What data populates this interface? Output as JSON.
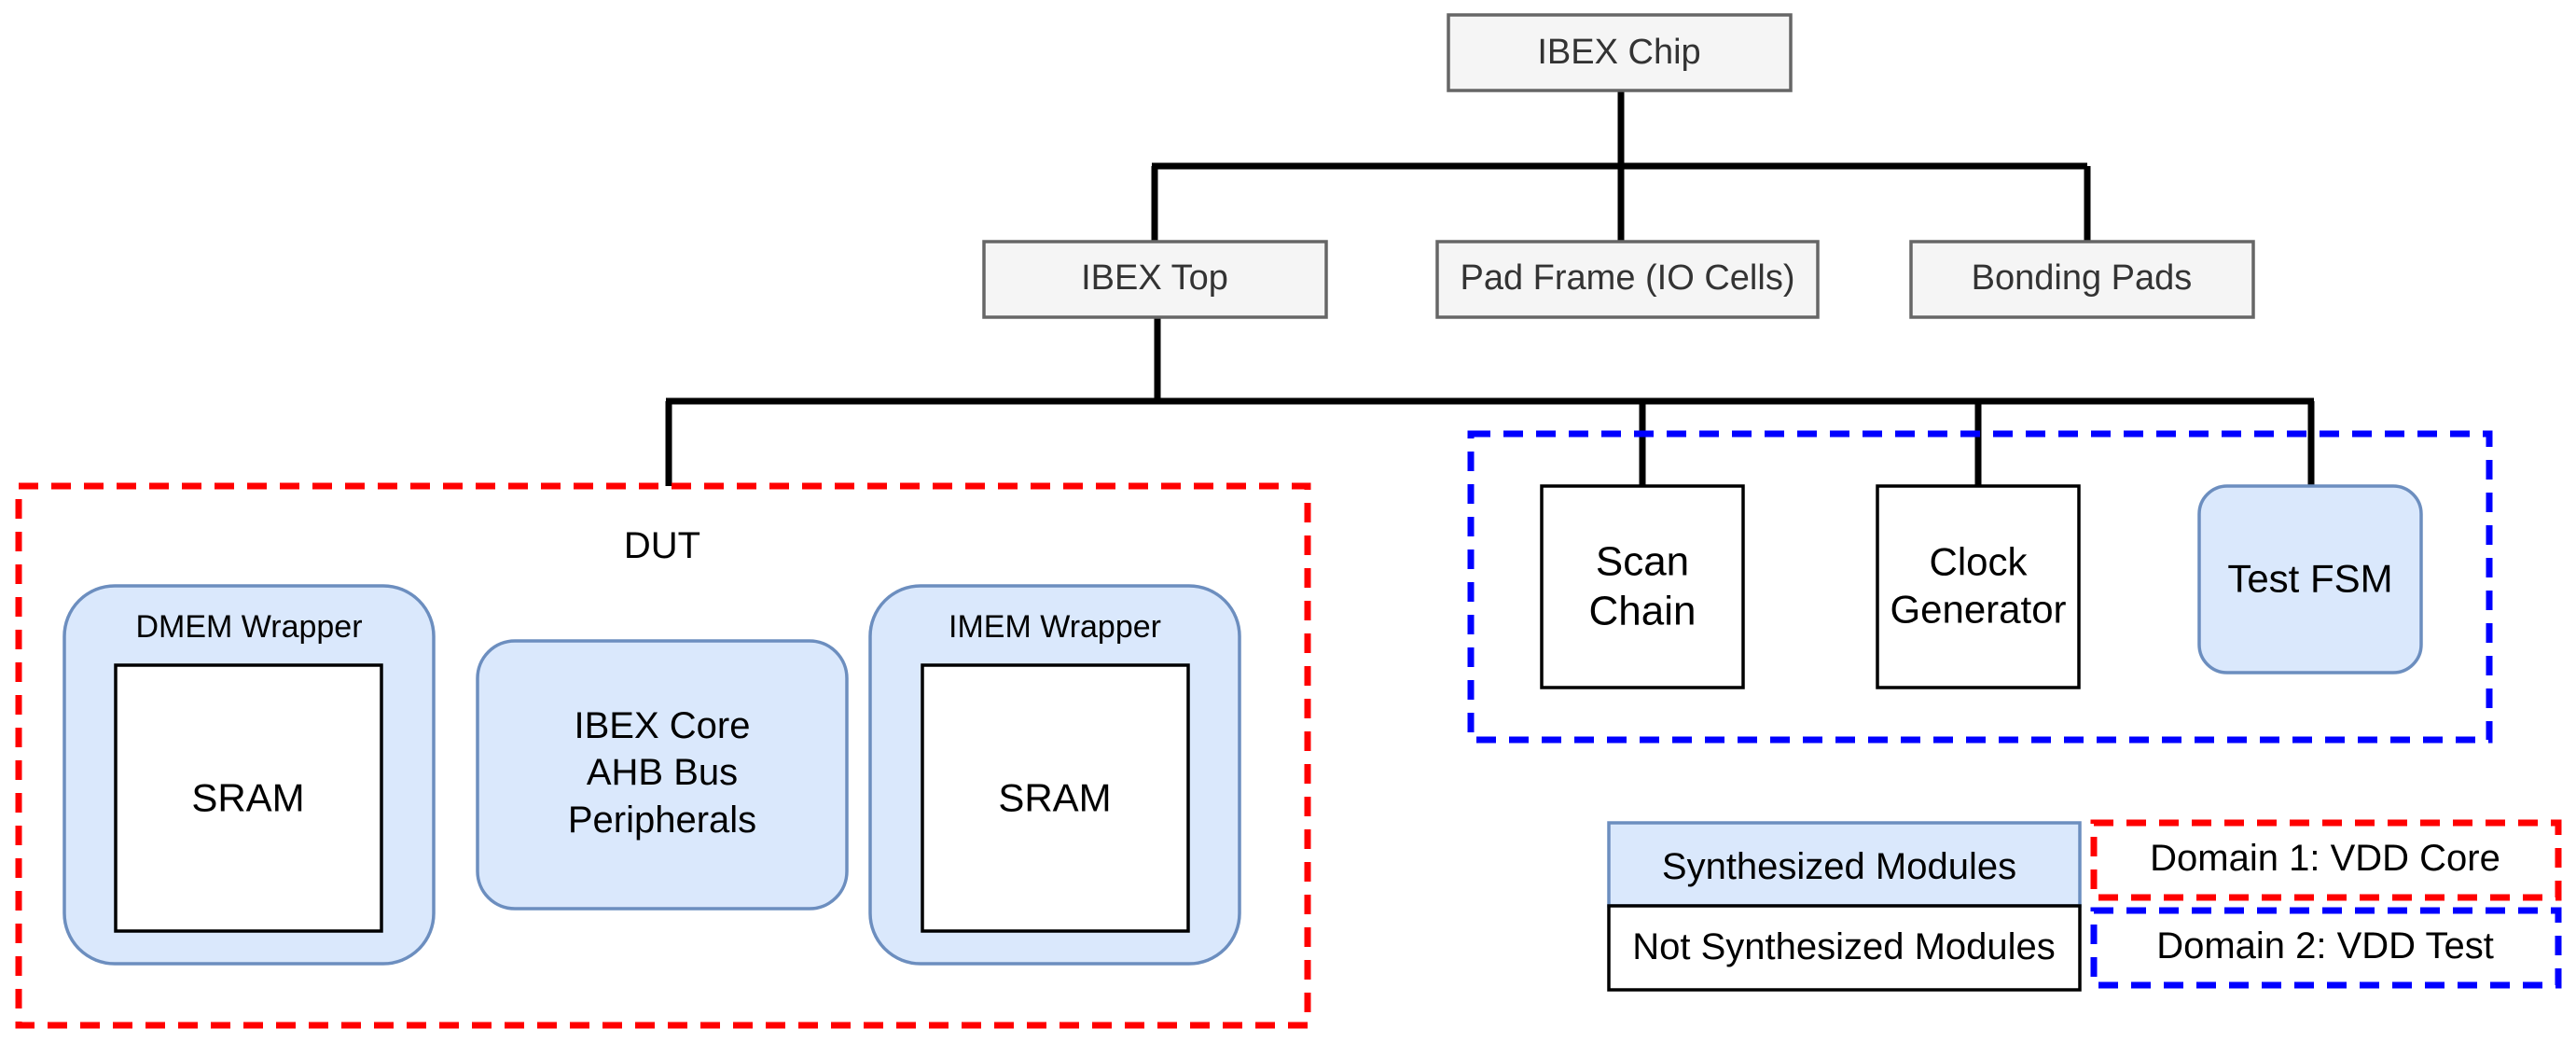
{
  "hierarchy": {
    "chip": "IBEX Chip",
    "top": "IBEX Top",
    "pad_frame": "Pad Frame (IO Cells)",
    "bonding_pads": "Bonding Pads"
  },
  "dut": {
    "title": "DUT",
    "dmem_wrapper": "DMEM Wrapper",
    "dmem_sram": "SRAM",
    "core_lines": [
      "IBEX Core",
      "AHB Bus",
      "Peripherals"
    ],
    "imem_wrapper": "IMEM Wrapper",
    "imem_sram": "SRAM"
  },
  "test_domain": {
    "scan_chain_lines": [
      "Scan",
      "Chain"
    ],
    "clock_gen_lines": [
      "Clock",
      "Generator"
    ],
    "test_fsm": "Test FSM"
  },
  "legend": {
    "synthesized": "Synthesized Modules",
    "not_synthesized": "Not Synthesized Modules",
    "domain1": "Domain 1: VDD Core",
    "domain2": "Domain 2: VDD Test"
  },
  "colors": {
    "synthesized_fill": "#dae8fc",
    "synthesized_stroke": "#6c8ebf",
    "hierarchy_fill": "#f5f5f5",
    "domain1": "#ff0000",
    "domain2": "#0000ff"
  }
}
